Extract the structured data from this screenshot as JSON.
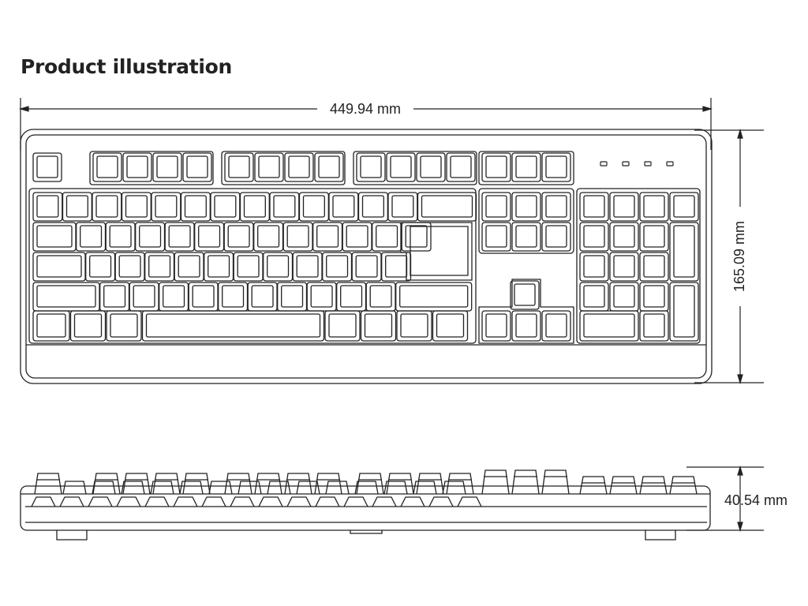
{
  "page": {
    "title": "Product illustration"
  },
  "dimensions": {
    "width": "449.94 mm",
    "depth": "165.09 mm",
    "height": "40.54 mm"
  },
  "colors": {
    "line": "#222222",
    "background": "#ffffff"
  },
  "views": {
    "top_view": "keyboard-top-view",
    "side_view": "keyboard-side-view"
  }
}
